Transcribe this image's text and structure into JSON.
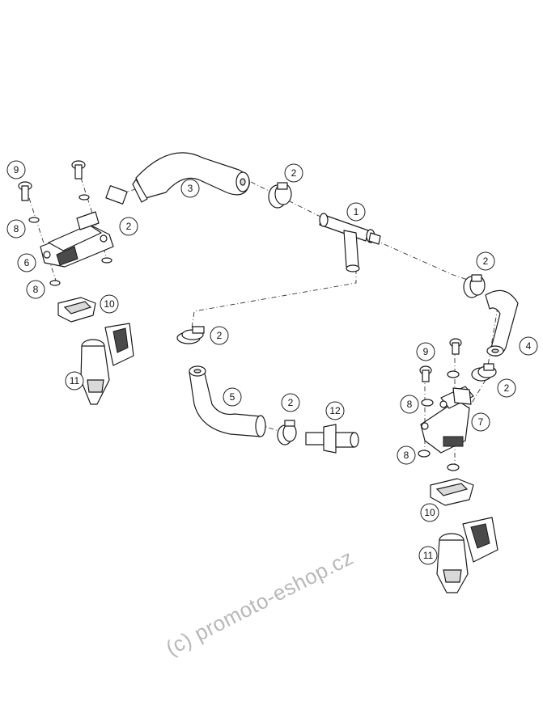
{
  "callouts": [
    "1",
    "2",
    "3",
    "4",
    "5",
    "6",
    "7",
    "8",
    "9",
    "10",
    "11",
    "12"
  ],
  "watermark": "(c) promoto-eshop.cz",
  "colors": {
    "line": "#1a1a1a",
    "background": "#ffffff",
    "watermark": "#b8b8b8"
  }
}
